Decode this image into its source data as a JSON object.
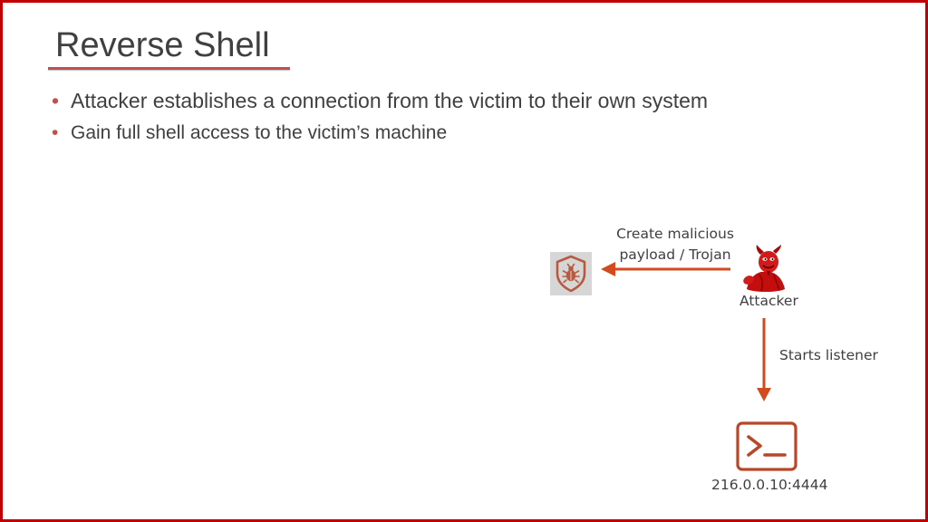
{
  "slide": {
    "title": "Reverse Shell",
    "bullets": [
      "Attacker establishes a connection from the victim to their own system",
      "Gain full shell access to the victim’s machine"
    ]
  },
  "diagram": {
    "payload_label_line1": "Create malicious",
    "payload_label_line2": "payload / Trojan",
    "attacker_label": "Attacker",
    "listener_label": "Starts listener",
    "listener_address": "216.0.0.10:4444",
    "icons": {
      "payload": "shield-bug-icon",
      "attacker": "devil-icon",
      "listener": "terminal-icon"
    }
  },
  "colors": {
    "border": "#c00000",
    "accent": "#c0504d",
    "arrow": "#d24a1e",
    "text": "#404040"
  }
}
